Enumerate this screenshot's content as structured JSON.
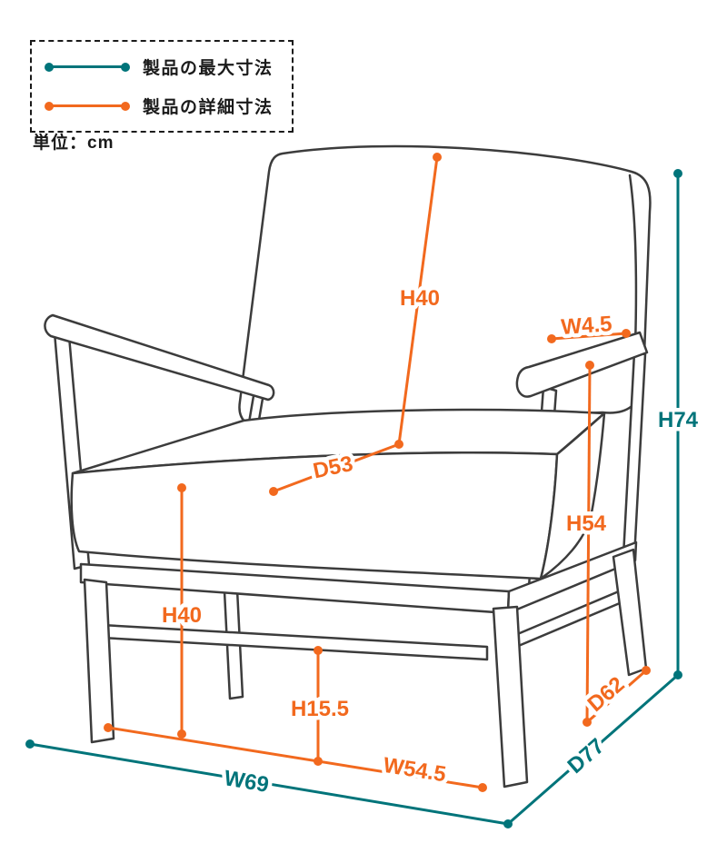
{
  "legend": {
    "items": [
      {
        "label": "製品の最大寸法",
        "color": "#00747A"
      },
      {
        "label": "製品の詳細寸法",
        "color": "#F2691E"
      }
    ]
  },
  "unit_label": "単位：cm",
  "colors": {
    "max_dimension_teal": "#00747A",
    "detail_dimension_orange": "#F2691E",
    "drawing_outline": "#3C3C3C",
    "background": "#FFFFFF"
  },
  "dims": {
    "h74": "H74",
    "w69": "W69",
    "d77": "D77",
    "h40_backrest": "H40",
    "w45_armrest": "W4.5",
    "d53_seat_depth": "D53",
    "h54_arm_height": "H54",
    "h40_seat_height": "H40",
    "h155_clearance": "H15.5",
    "w545_seat_width": "W54.5",
    "d62_depth": "D62"
  }
}
